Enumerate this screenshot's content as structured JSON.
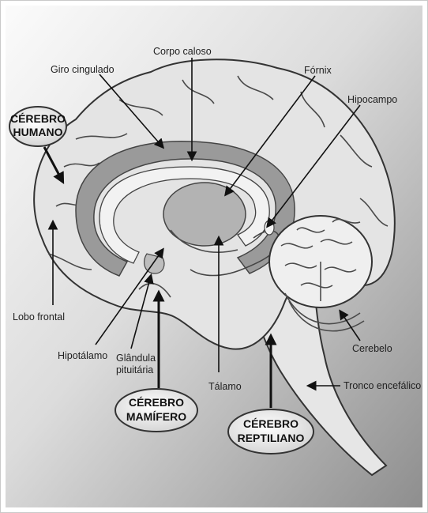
{
  "labels": {
    "corpo_caloso": "Corpo caloso",
    "giro_cingulado": "Giro cingulado",
    "fornix": "Fórnix",
    "hipocampo": "Hipocampo",
    "lobo_frontal": "Lobo frontal",
    "hipotalamo": "Hipotálamo",
    "glandula_line1": "Glândula",
    "glandula_line2": "pituitária",
    "talamo": "Tálamo",
    "cerebelo": "Cerebelo",
    "tronco": "Tronco encefálico"
  },
  "badges": {
    "humano_line1": "CÉREBRO",
    "humano_line2": "HUMANO",
    "mamifero_line1": "CÉREBRO",
    "mamifero_line2": "MAMÍFERO",
    "reptiliano_line1": "CÉREBRO",
    "reptiliano_line2": "REPTILIANO"
  },
  "colors": {
    "background_light": "#ffffff",
    "background_dark": "#8c8c8c",
    "cortex": "#e4e4e4",
    "limbic": "#9a9a9a",
    "thalamus": "#b3b3b3",
    "badge_fill": "#efefef"
  }
}
